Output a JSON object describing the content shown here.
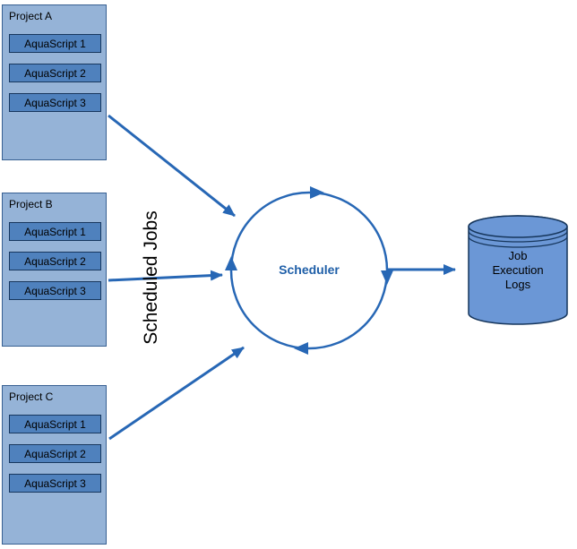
{
  "diagram": {
    "projects": [
      {
        "name": "Project A",
        "scripts": [
          "AquaScript 1",
          "AquaScript 2",
          "AquaScript 3"
        ]
      },
      {
        "name": "Project B",
        "scripts": [
          "AquaScript 1",
          "AquaScript 2",
          "AquaScript 3"
        ]
      },
      {
        "name": "Project C",
        "scripts": [
          "AquaScript 1",
          "AquaScript 2",
          "AquaScript 3"
        ]
      }
    ],
    "scheduled_jobs_label": "Scheduled Jobs",
    "scheduler_label": "Scheduler",
    "logs_label_lines": [
      "Job",
      "Execution",
      "Logs"
    ],
    "colors": {
      "project_fill": "#95b3d7",
      "project_border": "#376092",
      "script_fill": "#4f81bd",
      "script_border": "#17375e",
      "arrow_blue": "#2767b5",
      "scheduler_text": "#1f5fa8",
      "cylinder_fill": "#6b97d6",
      "cylinder_border": "#16365c"
    }
  }
}
